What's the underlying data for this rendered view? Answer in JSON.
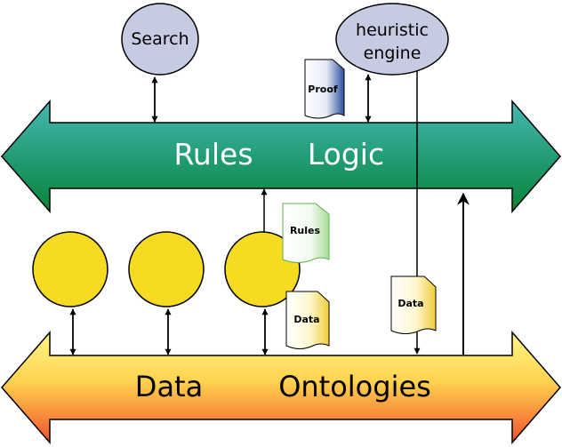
{
  "top_band": {
    "label_left": "Rules",
    "label_right": "Logic"
  },
  "bottom_band": {
    "label_left": "Data",
    "label_right": "Ontologies"
  },
  "nodes": {
    "search": "Search",
    "heuristic_line1": "heuristic",
    "heuristic_line2": "engine"
  },
  "documents": {
    "proof": "Proof",
    "rules": "Rules",
    "data_left": "Data",
    "data_right": "Data"
  },
  "colors": {
    "top_band_light": "#3fb3a9",
    "top_band_dark": "#0f8a3a",
    "bottom_band_top": "#fff27a",
    "bottom_band_bottom": "#f25a3a",
    "yellow_circle": "#f5dc22",
    "node_fill": "#c6cbe2"
  }
}
